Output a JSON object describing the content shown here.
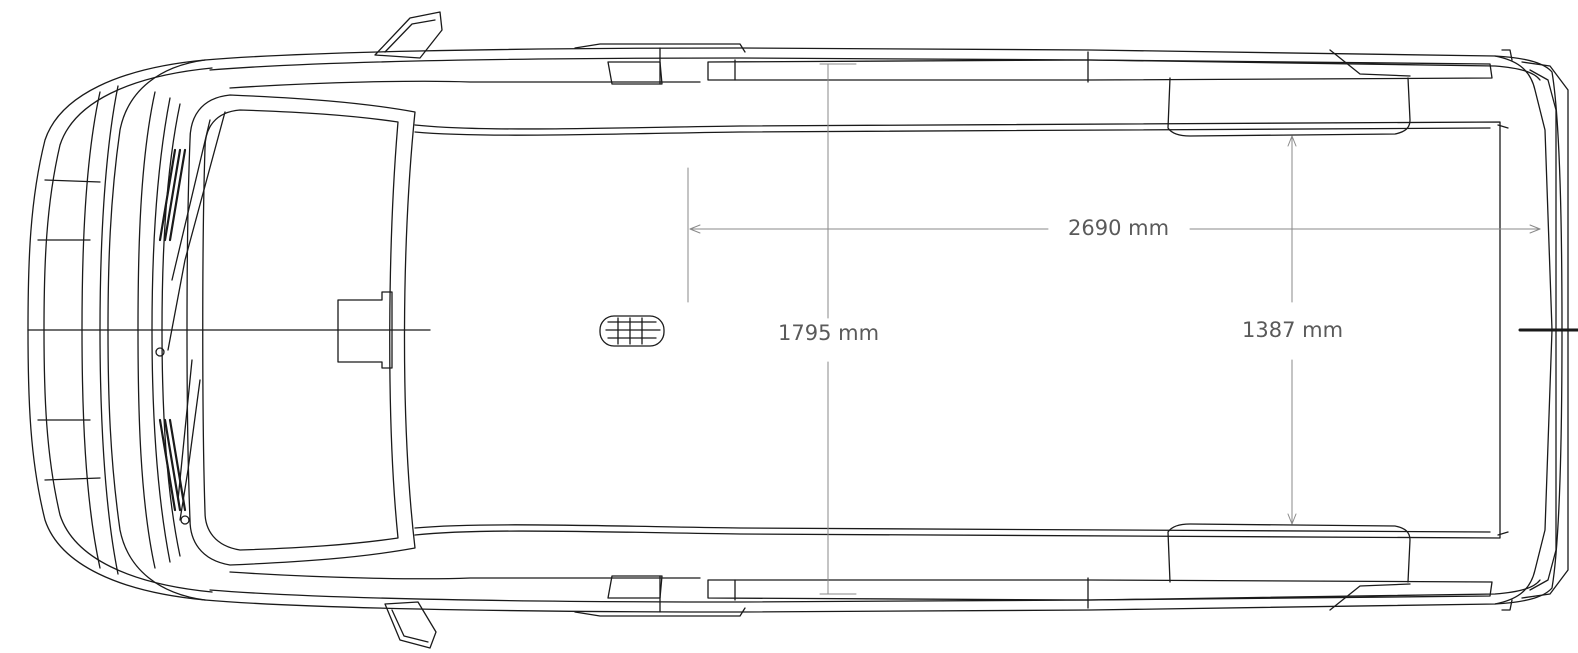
{
  "diagram": {
    "dimensions": {
      "load_length": "2690 mm",
      "overall_width": "1795 mm",
      "width_between_wheel_arches": "1387 mm"
    }
  },
  "colors": {
    "line": "#1a1a1a",
    "dimension_line": "#8a8a8a",
    "label": "#5a5a5a",
    "background": "#ffffff"
  }
}
